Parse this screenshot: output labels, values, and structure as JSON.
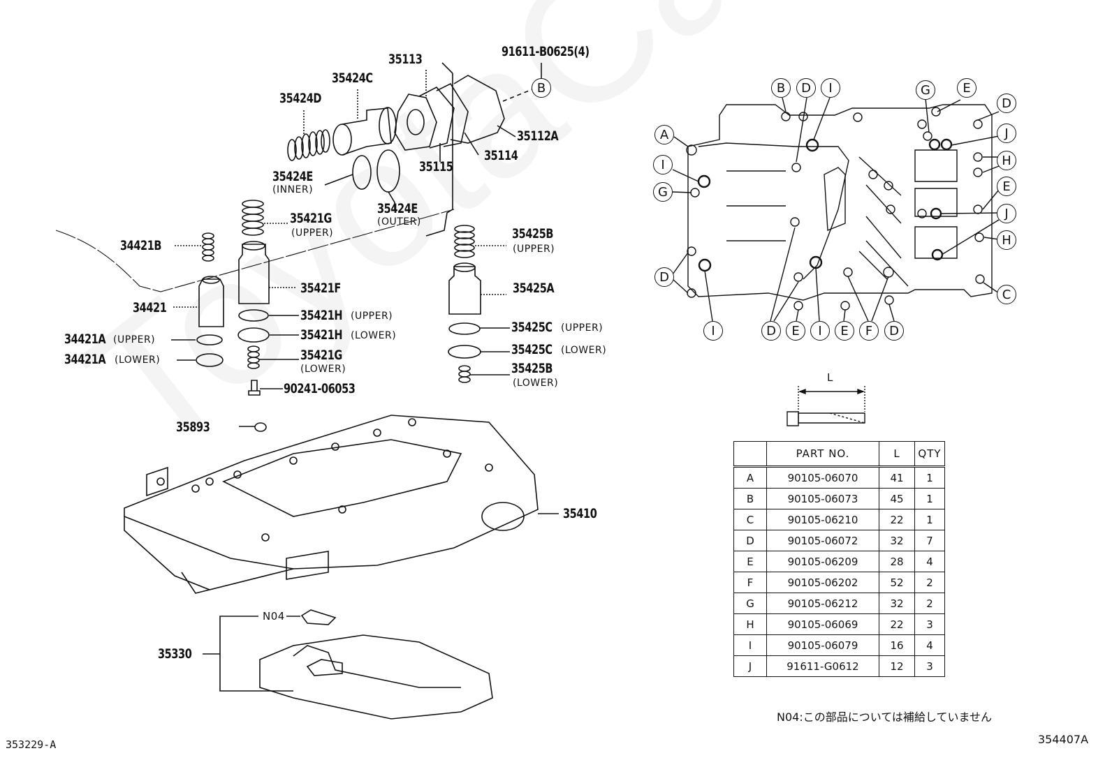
{
  "watermark": "ToyotaCarMine",
  "labels": {
    "p91611_b0625": "91611-B0625(4)",
    "p35113": "35113",
    "p35424c": "35424C",
    "p35424d": "35424D",
    "p35112a": "35112A",
    "p35114": "35114",
    "p35115": "35115",
    "p35424e_inner": "35424E",
    "p35424e_inner_sub": "(INNER)",
    "p35424e_outer": "35424E",
    "p35424e_outer_sub": "(OUTER)",
    "p35421g_upper": "35421G",
    "p35421g_upper_sub": "(UPPER)",
    "p34421b": "34421B",
    "p35421f": "35421F",
    "p34421": "34421",
    "p35421h_upper": "35421H",
    "p35421h_upper_sub": "(UPPER)",
    "p35421h_lower": "35421H",
    "p35421h_lower_sub": "(LOWER)",
    "p34421a_upper": "34421A",
    "p34421a_upper_sub": "(UPPER)",
    "p34421a_lower": "34421A",
    "p34421a_lower_sub": "(LOWER)",
    "p35421g_lower": "35421G",
    "p35421g_lower_sub": "(LOWER)",
    "p90241": "90241-06053",
    "p35425b_upper": "35425B",
    "p35425b_upper_sub": "(UPPER)",
    "p35425a": "35425A",
    "p35425c_upper": "35425C",
    "p35425c_upper_sub": "(UPPER)",
    "p35425c_lower": "35425C",
    "p35425c_lower_sub": "(LOWER)",
    "p35425b_lower": "35425B",
    "p35425b_lower_sub": "(LOWER)",
    "p35893": "35893",
    "p35410": "35410",
    "pN04": "N04",
    "p35330": "35330",
    "callout_b": "B"
  },
  "bolt_diagram": {
    "dimension_label": "L",
    "callouts": {
      "top": [
        "B",
        "D",
        "I",
        "G",
        "E",
        "D"
      ],
      "left": [
        "A",
        "I",
        "G",
        "D"
      ],
      "right": [
        "J",
        "H",
        "E",
        "J",
        "H",
        "C"
      ],
      "bottom": [
        "I",
        "D",
        "E",
        "I",
        "E",
        "F",
        "D"
      ]
    }
  },
  "parts_table": {
    "headers": [
      "",
      "PART NO.",
      "L",
      "QTY"
    ],
    "rows": [
      {
        "key": "A",
        "part": "90105-06070",
        "l": "41",
        "qty": "1"
      },
      {
        "key": "B",
        "part": "90105-06073",
        "l": "45",
        "qty": "1"
      },
      {
        "key": "C",
        "part": "90105-06210",
        "l": "22",
        "qty": "1"
      },
      {
        "key": "D",
        "part": "90105-06072",
        "l": "32",
        "qty": "7"
      },
      {
        "key": "E",
        "part": "90105-06209",
        "l": "28",
        "qty": "4"
      },
      {
        "key": "F",
        "part": "90105-06202",
        "l": "52",
        "qty": "2"
      },
      {
        "key": "G",
        "part": "90105-06212",
        "l": "32",
        "qty": "2"
      },
      {
        "key": "H",
        "part": "90105-06069",
        "l": "22",
        "qty": "3"
      },
      {
        "key": "I",
        "part": "90105-06079",
        "l": "16",
        "qty": "4"
      },
      {
        "key": "J",
        "part": "91611-G0612",
        "l": "12",
        "qty": "3"
      }
    ]
  },
  "note": "N04:この部品については補給していません",
  "codes": {
    "left": "353229-A",
    "right": "354407A"
  }
}
